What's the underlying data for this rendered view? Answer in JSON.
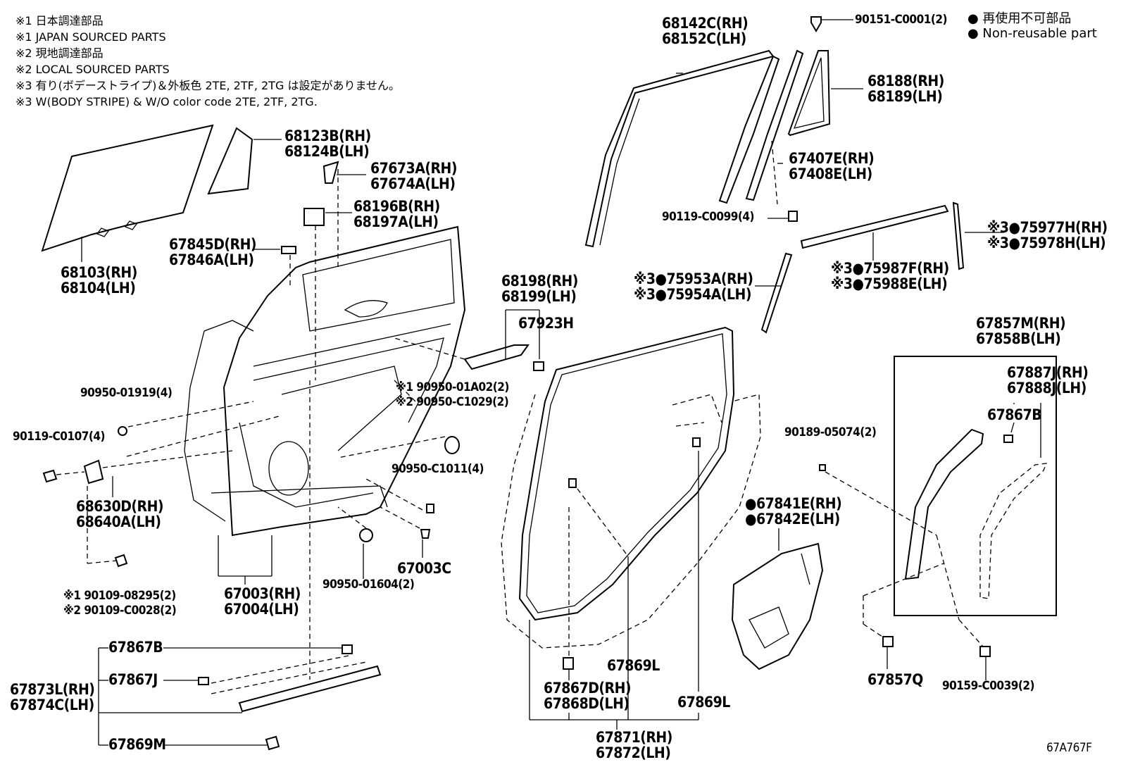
{
  "notes": [
    "※1 日本調達部品",
    "※1 JAPAN SOURCED PARTS",
    "※2 現地調達部品",
    "※2 LOCAL SOURCED PARTS",
    "※3 有り(ボデーストライプ)＆外板色 2TE, 2TF, 2TG は設定がありません。",
    "※3 W(BODY STRIPE) & W/O color code 2TE, 2TF, 2TG."
  ],
  "legend": {
    "jp": "● 再使用不可部品",
    "en": "● Non-reusable part"
  },
  "figure_code": "67A767F",
  "parts": {
    "p68142": "68142C(RH)\n68152C(LH)",
    "p90151": "90151-C0001(2)",
    "p68188": "68188(RH)\n68189(LH)",
    "p67407": "67407E(RH)\n67408E(LH)",
    "p90119a": "90119-C0099(4)",
    "p75977": "※3●75977H(RH)\n※3●75978H(LH)",
    "p75987": "※3●75987F(RH)\n※3●75988E(LH)",
    "p75953": "※3●75953A(RH)\n※3●75954A(LH)",
    "p68123": "68123B(RH)\n68124B(LH)",
    "p67673": "67673A(RH)\n67674A(LH)",
    "p68196": "68196B(RH)\n68197A(LH)",
    "p67845": "67845D(RH)\n67846A(LH)",
    "p68103": "68103(RH)\n68104(LH)",
    "p68198": "68198(RH)\n68199(LH)",
    "p67923": "67923H",
    "p67857m": "67857M(RH)\n67858B(LH)",
    "p67887": "67887J(RH)\n67888J(LH)",
    "p67867b2": "67867B",
    "p90950a": "90950-01919(4)",
    "p90950b": "※1 90950-01A02(2)\n※2 90950-C1029(2)",
    "p90119b": "90119-C0107(4)",
    "p90189": "90189-05074(2)",
    "p90950c": "90950-C1011(4)",
    "p68630": "68630D(RH)\n68640A(LH)",
    "p67841": "●67841E(RH)\n●67842E(LH)",
    "p67003c": "67003C",
    "p90950d": "90950-01604(2)",
    "p90109": "※1 90109-08295(2)\n※2 90109-C0028(2)",
    "p67003": "67003(RH)\n67004(LH)",
    "p67867b": "67867B",
    "p67867j": "67867J",
    "p67873": "67873L(RH)\n67874C(LH)",
    "p67869m": "67869M",
    "p67869l1": "67869L",
    "p67867d": "67867D(RH)\n67868D(LH)",
    "p67869l2": "67869L",
    "p67857q": "67857Q",
    "p90159": "90159-C0039(2)",
    "p67871": "67871(RH)\n67872(LH)"
  }
}
